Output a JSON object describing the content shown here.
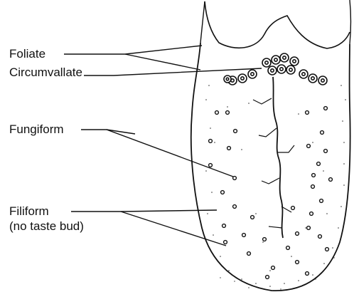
{
  "labels": {
    "foliate": "Foliate",
    "circumvallate": "Circumvallate",
    "fungiform": "Fungiform",
    "filiform": "Filiform",
    "filiform_note": "(no taste bud)"
  },
  "colors": {
    "ink": "#111111",
    "background": "#ffffff"
  }
}
